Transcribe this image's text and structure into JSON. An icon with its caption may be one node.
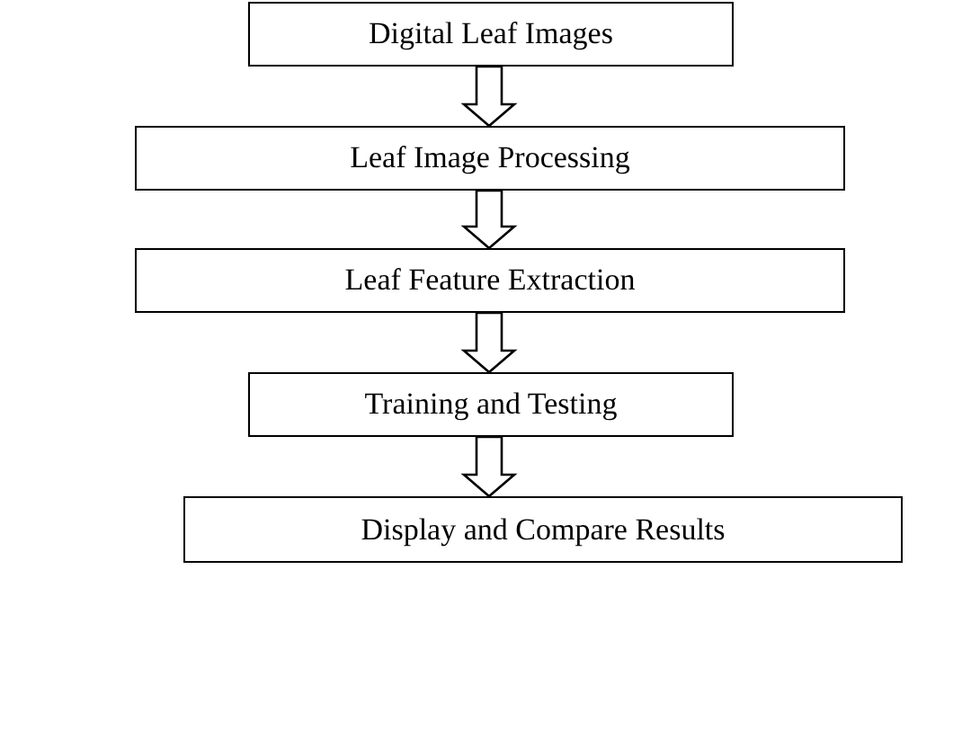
{
  "diagram": {
    "nodes": [
      {
        "text": [
          "Digital Leaf Images"
        ]
      },
      {
        "text": [
          "Leaf Image Processing"
        ]
      },
      {
        "text": [
          "Leaf Feature Extraction"
        ]
      },
      {
        "text": [
          "Training and Testing"
        ]
      },
      {
        "text": [
          "Display and Compare Results"
        ]
      }
    ],
    "edges": [
      {
        "from": 0,
        "to": 1,
        "arrow": "to"
      },
      {
        "from": 1,
        "to": 2,
        "arrow": "to"
      },
      {
        "from": 2,
        "to": 3,
        "arrow": "to"
      },
      {
        "from": 3,
        "to": 4,
        "arrow": "to"
      }
    ]
  }
}
